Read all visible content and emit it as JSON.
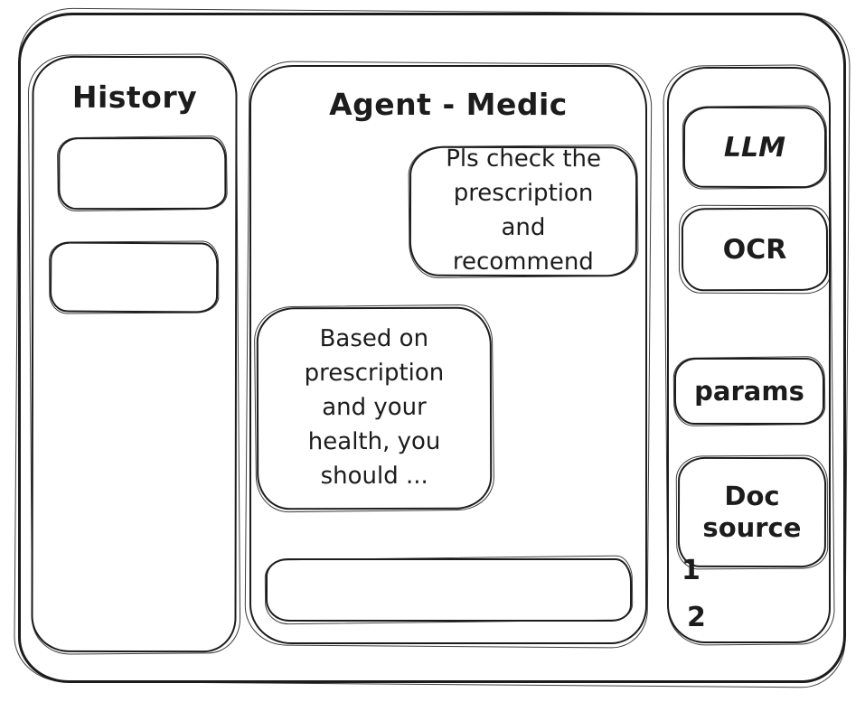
{
  "history_panel": {
    "title": "History",
    "items": [
      {
        "label": ""
      },
      {
        "label": ""
      }
    ]
  },
  "chat_panel": {
    "title": "Agent - Medic",
    "messages": [
      {
        "role": "user",
        "text": "Pls check the prescription and recommend"
      },
      {
        "role": "assistant",
        "text": "Based on prescription and your health, you should ..."
      }
    ],
    "input": {
      "value": "",
      "placeholder": ""
    }
  },
  "tools_panel": {
    "buttons": [
      {
        "id": "llm",
        "label": "LLM"
      },
      {
        "id": "ocr",
        "label": "OCR"
      },
      {
        "id": "params",
        "label": "params"
      },
      {
        "id": "doc_source",
        "label": "Doc source"
      }
    ],
    "doc_source_items": [
      "1",
      "2"
    ]
  },
  "colors": {
    "stroke": "#1c1c1c",
    "background": "#ffffff"
  }
}
